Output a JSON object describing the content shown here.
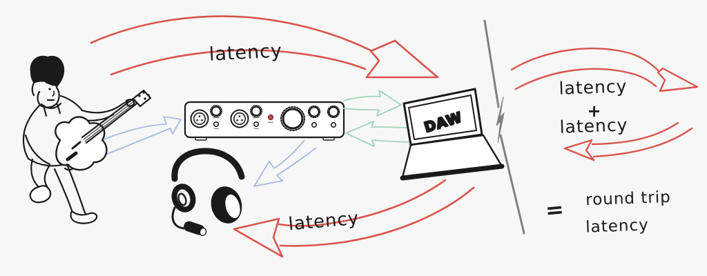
{
  "colors": {
    "background": "#f7f7f7",
    "ink": "#1a1a1a",
    "red": "#d9534a",
    "blue": "#a9b8e2",
    "green": "#9fd4ba",
    "gray": "#7f7f7f",
    "led": "#c4524d",
    "led_ring": "#8a3631",
    "label_smudge": "#8a8a8a"
  },
  "labels": {
    "top_arrow": "latency",
    "monitor_arrow": "latency",
    "right_arrow_out": "latency",
    "plus": "+",
    "right_arrow_back": "latency",
    "equals": "=",
    "result_line1": "round trip",
    "result_line2": "latency",
    "daw": "DAW"
  },
  "icons": {
    "guitarist": "guitarist-playing-guitar-icon",
    "audio_interface": "audio-interface-icon",
    "headphones": "headset-with-mic-icon",
    "laptop": "laptop-daw-icon",
    "divider": "jagged-divider-line"
  }
}
